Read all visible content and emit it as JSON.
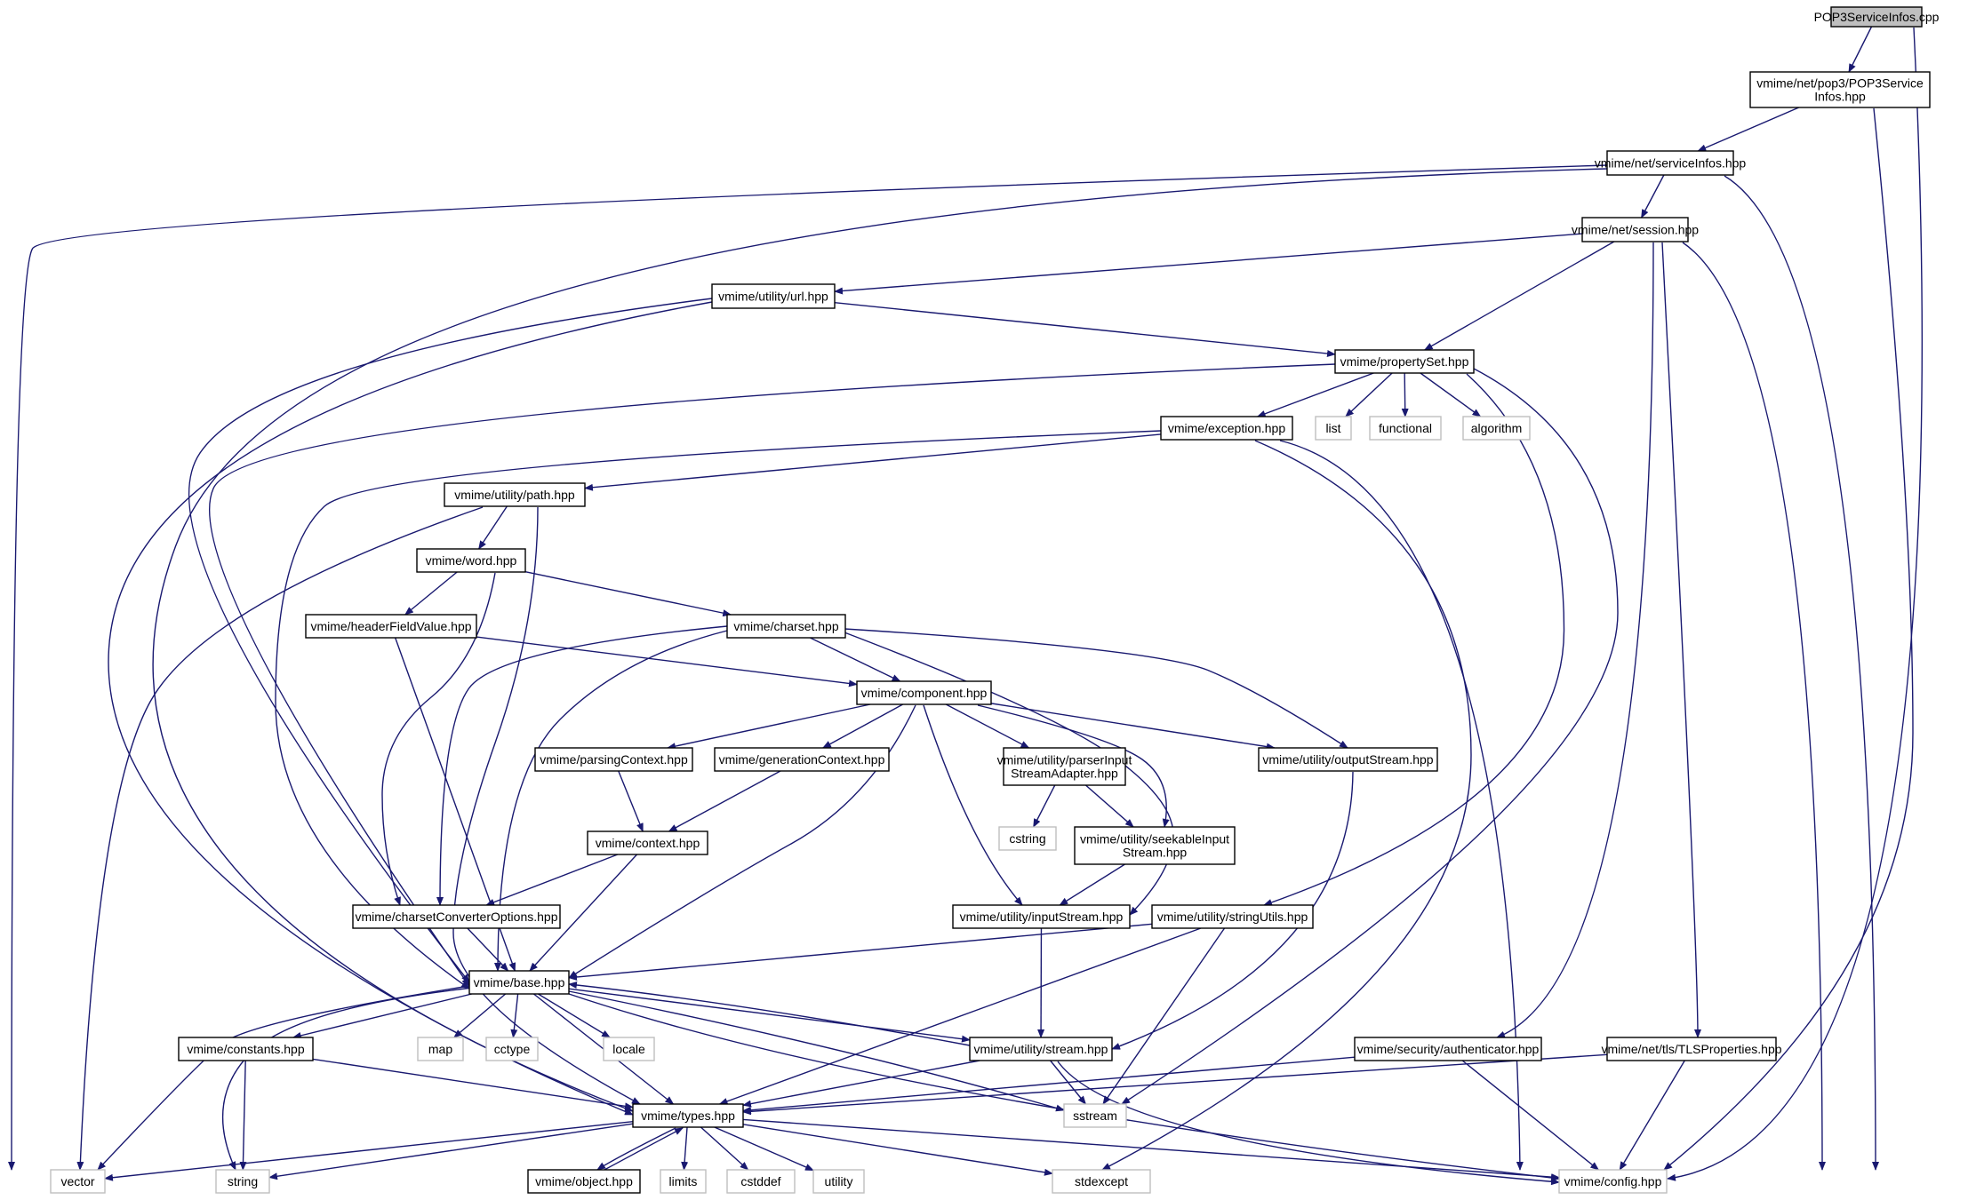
{
  "diagram": {
    "nodes": [
      {
        "id": "root",
        "lines": [
          "POP3ServiceInfos.cpp"
        ],
        "kind": "root"
      },
      {
        "id": "pop3si",
        "lines": [
          "vmime/net/pop3/POP3Service",
          "Infos.hpp"
        ],
        "kind": "file"
      },
      {
        "id": "serviceInfos",
        "lines": [
          "vmime/net/serviceInfos.hpp"
        ],
        "kind": "file"
      },
      {
        "id": "session",
        "lines": [
          "vmime/net/session.hpp"
        ],
        "kind": "file"
      },
      {
        "id": "url",
        "lines": [
          "vmime/utility/url.hpp"
        ],
        "kind": "file"
      },
      {
        "id": "propertySet",
        "lines": [
          "vmime/propertySet.hpp"
        ],
        "kind": "file"
      },
      {
        "id": "exception",
        "lines": [
          "vmime/exception.hpp"
        ],
        "kind": "file"
      },
      {
        "id": "list",
        "lines": [
          "list"
        ],
        "kind": "external"
      },
      {
        "id": "functional",
        "lines": [
          "functional"
        ],
        "kind": "external"
      },
      {
        "id": "algorithm",
        "lines": [
          "algorithm"
        ],
        "kind": "external"
      },
      {
        "id": "path",
        "lines": [
          "vmime/utility/path.hpp"
        ],
        "kind": "file"
      },
      {
        "id": "word",
        "lines": [
          "vmime/word.hpp"
        ],
        "kind": "file"
      },
      {
        "id": "headerFieldValue",
        "lines": [
          "vmime/headerFieldValue.hpp"
        ],
        "kind": "file"
      },
      {
        "id": "charset",
        "lines": [
          "vmime/charset.hpp"
        ],
        "kind": "file"
      },
      {
        "id": "component",
        "lines": [
          "vmime/component.hpp"
        ],
        "kind": "file"
      },
      {
        "id": "parsingContext",
        "lines": [
          "vmime/parsingContext.hpp"
        ],
        "kind": "file"
      },
      {
        "id": "generationContext",
        "lines": [
          "vmime/generationContext.hpp"
        ],
        "kind": "file"
      },
      {
        "id": "parserInput",
        "lines": [
          "vmime/utility/parserInput",
          "StreamAdapter.hpp"
        ],
        "kind": "file"
      },
      {
        "id": "outputStream",
        "lines": [
          "vmime/utility/outputStream.hpp"
        ],
        "kind": "file"
      },
      {
        "id": "cstring",
        "lines": [
          "cstring"
        ],
        "kind": "external"
      },
      {
        "id": "seekable",
        "lines": [
          "vmime/utility/seekableInput",
          "Stream.hpp"
        ],
        "kind": "file"
      },
      {
        "id": "context",
        "lines": [
          "vmime/context.hpp"
        ],
        "kind": "file"
      },
      {
        "id": "charsetConv",
        "lines": [
          "vmime/charsetConverterOptions.hpp"
        ],
        "kind": "file"
      },
      {
        "id": "inputStream",
        "lines": [
          "vmime/utility/inputStream.hpp"
        ],
        "kind": "file"
      },
      {
        "id": "stringUtils",
        "lines": [
          "vmime/utility/stringUtils.hpp"
        ],
        "kind": "file"
      },
      {
        "id": "base",
        "lines": [
          "vmime/base.hpp"
        ],
        "kind": "file"
      },
      {
        "id": "constants",
        "lines": [
          "vmime/constants.hpp"
        ],
        "kind": "file"
      },
      {
        "id": "map",
        "lines": [
          "map"
        ],
        "kind": "external"
      },
      {
        "id": "cctype",
        "lines": [
          "cctype"
        ],
        "kind": "external"
      },
      {
        "id": "locale",
        "lines": [
          "locale"
        ],
        "kind": "external"
      },
      {
        "id": "stream",
        "lines": [
          "vmime/utility/stream.hpp"
        ],
        "kind": "file"
      },
      {
        "id": "authenticator",
        "lines": [
          "vmime/security/authenticator.hpp"
        ],
        "kind": "file"
      },
      {
        "id": "tls",
        "lines": [
          "vmime/net/tls/TLSProperties.hpp"
        ],
        "kind": "file"
      },
      {
        "id": "types",
        "lines": [
          "vmime/types.hpp"
        ],
        "kind": "file"
      },
      {
        "id": "sstream",
        "lines": [
          "sstream"
        ],
        "kind": "external"
      },
      {
        "id": "vector",
        "lines": [
          "vector"
        ],
        "kind": "external"
      },
      {
        "id": "string",
        "lines": [
          "string"
        ],
        "kind": "external"
      },
      {
        "id": "object",
        "lines": [
          "vmime/object.hpp"
        ],
        "kind": "file"
      },
      {
        "id": "limits",
        "lines": [
          "limits"
        ],
        "kind": "external"
      },
      {
        "id": "cstddef",
        "lines": [
          "cstddef"
        ],
        "kind": "external"
      },
      {
        "id": "utility",
        "lines": [
          "utility"
        ],
        "kind": "external"
      },
      {
        "id": "stdexcept",
        "lines": [
          "stdexcept"
        ],
        "kind": "external"
      },
      {
        "id": "config",
        "lines": [
          "vmime/config.hpp"
        ],
        "kind": "external"
      }
    ],
    "edges": [
      [
        "root",
        "pop3si"
      ],
      [
        "root",
        "config"
      ],
      [
        "pop3si",
        "serviceInfos"
      ],
      [
        "pop3si",
        "config"
      ],
      [
        "serviceInfos",
        "session"
      ],
      [
        "serviceInfos",
        "types"
      ],
      [
        "serviceInfos",
        "vector"
      ],
      [
        "serviceInfos",
        "config"
      ],
      [
        "session",
        "url"
      ],
      [
        "session",
        "propertySet"
      ],
      [
        "session",
        "authenticator"
      ],
      [
        "session",
        "tls"
      ],
      [
        "session",
        "config"
      ],
      [
        "url",
        "propertySet"
      ],
      [
        "url",
        "base"
      ],
      [
        "url",
        "types"
      ],
      [
        "propertySet",
        "exception"
      ],
      [
        "propertySet",
        "list"
      ],
      [
        "propertySet",
        "functional"
      ],
      [
        "propertySet",
        "algorithm"
      ],
      [
        "propertySet",
        "base"
      ],
      [
        "propertySet",
        "stringUtils"
      ],
      [
        "propertySet",
        "sstream"
      ],
      [
        "exception",
        "path"
      ],
      [
        "exception",
        "base"
      ],
      [
        "exception",
        "stdexcept"
      ],
      [
        "exception",
        "config"
      ],
      [
        "path",
        "word"
      ],
      [
        "path",
        "types"
      ],
      [
        "path",
        "vector"
      ],
      [
        "word",
        "headerFieldValue"
      ],
      [
        "word",
        "charset"
      ],
      [
        "word",
        "charsetConv"
      ],
      [
        "headerFieldValue",
        "component"
      ],
      [
        "headerFieldValue",
        "base"
      ],
      [
        "charset",
        "component"
      ],
      [
        "charset",
        "base"
      ],
      [
        "charset",
        "charsetConv"
      ],
      [
        "charset",
        "inputStream"
      ],
      [
        "charset",
        "outputStream"
      ],
      [
        "component",
        "parsingContext"
      ],
      [
        "component",
        "generationContext"
      ],
      [
        "component",
        "parserInput"
      ],
      [
        "component",
        "outputStream"
      ],
      [
        "component",
        "seekable"
      ],
      [
        "component",
        "inputStream"
      ],
      [
        "component",
        "base"
      ],
      [
        "parsingContext",
        "context"
      ],
      [
        "generationContext",
        "context"
      ],
      [
        "parserInput",
        "cstring"
      ],
      [
        "parserInput",
        "seekable"
      ],
      [
        "seekable",
        "inputStream"
      ],
      [
        "outputStream",
        "stream"
      ],
      [
        "context",
        "charsetConv"
      ],
      [
        "context",
        "base"
      ],
      [
        "charsetConv",
        "base"
      ],
      [
        "inputStream",
        "stream"
      ],
      [
        "stringUtils",
        "base"
      ],
      [
        "stringUtils",
        "types"
      ],
      [
        "stringUtils",
        "sstream"
      ],
      [
        "base",
        "constants"
      ],
      [
        "base",
        "map"
      ],
      [
        "base",
        "cctype"
      ],
      [
        "base",
        "locale"
      ],
      [
        "base",
        "stream"
      ],
      [
        "base",
        "types"
      ],
      [
        "base",
        "vector"
      ],
      [
        "base",
        "string"
      ],
      [
        "base",
        "sstream"
      ],
      [
        "base",
        "config"
      ],
      [
        "constants",
        "types"
      ],
      [
        "constants",
        "string"
      ],
      [
        "stream",
        "base"
      ],
      [
        "stream",
        "types"
      ],
      [
        "stream",
        "sstream"
      ],
      [
        "stream",
        "config"
      ],
      [
        "authenticator",
        "types"
      ],
      [
        "authenticator",
        "config"
      ],
      [
        "tls",
        "types"
      ],
      [
        "tls",
        "config"
      ],
      [
        "types",
        "object"
      ],
      [
        "types",
        "vector"
      ],
      [
        "types",
        "string"
      ],
      [
        "types",
        "limits"
      ],
      [
        "types",
        "cstddef"
      ],
      [
        "types",
        "utility"
      ],
      [
        "types",
        "stdexcept"
      ],
      [
        "types",
        "config"
      ],
      [
        "object",
        "types"
      ]
    ]
  }
}
